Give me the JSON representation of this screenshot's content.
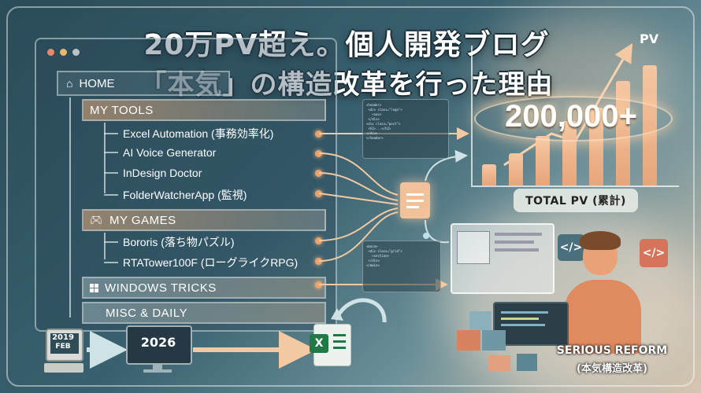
{
  "title": {
    "line1": "20万PV超え。個人開発ブログ",
    "line2": "「本気」の構造改革を行った理由"
  },
  "nav": {
    "home": "HOME",
    "tools": {
      "label": "MY TOOLS",
      "items": [
        "Excel Automation (事務効率化)",
        "AI Voice Generator",
        "InDesign Doctor",
        "FolderWatcherApp (監視)"
      ]
    },
    "games": {
      "label": "MY GAMES",
      "items": [
        "Bororis (落ち物パズル)",
        "RTATower100F (ローグライクRPG)"
      ]
    },
    "windows_tricks": "WINDOWS TRICKS",
    "misc": "MISC & DAILY"
  },
  "stats": {
    "pv_axis_label": "PV",
    "big_number": "200,000+",
    "total_pv_label": "TOTAL PV (累計)",
    "bar_levels": [
      0.16,
      0.24,
      0.37,
      0.48,
      0.58,
      0.78,
      0.9
    ]
  },
  "timeline": {
    "old_year": "2019",
    "old_month": "FEB",
    "new_year": "2026"
  },
  "reform": {
    "line1": "SERIOUS REFORM",
    "line2": "(本気構造改革)"
  },
  "colors": {
    "accent": "#e9a46e",
    "teal_bg": "#2f5564",
    "excel_green": "#1f7a45"
  },
  "icons": [
    "home-icon",
    "gamepad-icon",
    "windows-icon",
    "document-icon",
    "excel-icon",
    "code-icon",
    "refresh-arrow-icon"
  ]
}
